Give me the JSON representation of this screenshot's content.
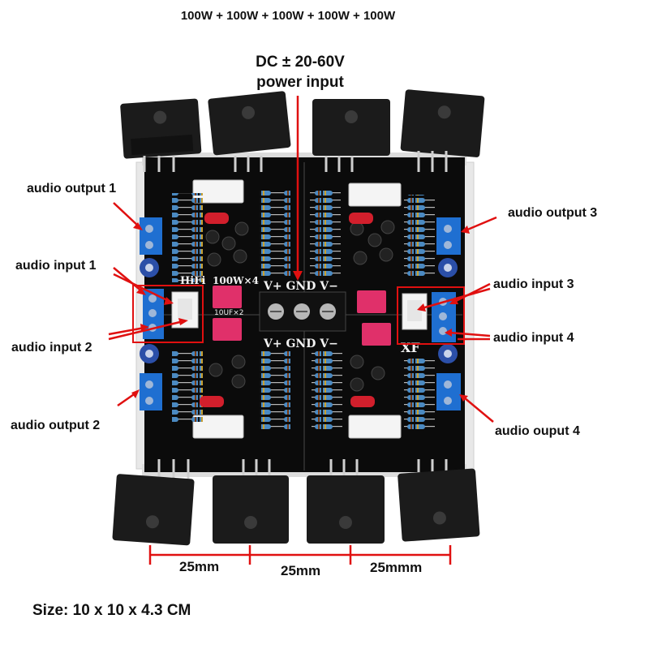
{
  "title": "100W + 100W + 100W + 100W + 100W",
  "power_label": {
    "line1": "DC ± 20-60V",
    "line2": "power input"
  },
  "labels": {
    "audio_output_1": "audio output 1",
    "audio_output_2": "audio output 2",
    "audio_output_3": "audio output 3",
    "audio_output_4": "audio ouput 4",
    "audio_input_1": "audio input 1",
    "audio_input_2": "audio input 2",
    "audio_input_3": "audio input 3",
    "audio_input_4": "audio input 4"
  },
  "dimensions": {
    "left": "25mm",
    "middle": "25mm",
    "right": "25mmm"
  },
  "size": "Size: 10 x 10 x 4.3 CM",
  "board": {
    "terminal_top": "V+  GND  V−",
    "terminal_bottom": "V+  GND  V−",
    "silk_left": "100W×4",
    "silk_hifi": "HiFi",
    "silk_xf": "XF",
    "cap_label": "10UF×2"
  },
  "colors": {
    "pcb": "#0d0d0d",
    "heatsink": "#e6e6e6",
    "arrow": "#e01010",
    "terminal_blue": "#1f6fd1",
    "resistor": "#3d7fb8"
  }
}
